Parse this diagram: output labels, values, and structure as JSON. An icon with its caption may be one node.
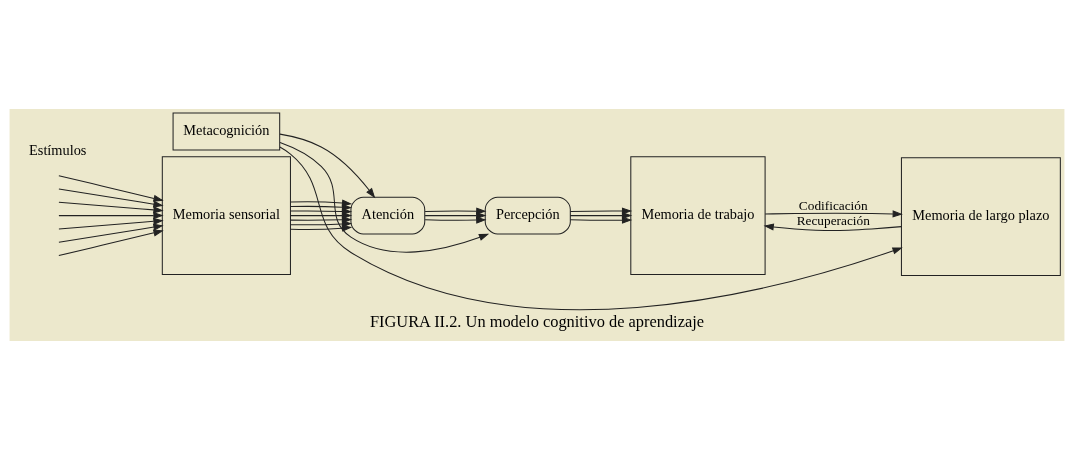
{
  "diagram": {
    "caption": "FIGURA II.2. Un modelo cognitivo de aprendizaje",
    "nodes": [
      {
        "text": [
          "Metacognición"
        ]
      },
      {
        "text": [
          "Memoria sensorial"
        ]
      },
      {
        "text": [
          "Atención"
        ]
      },
      {
        "text": [
          "Percepción"
        ]
      },
      {
        "text": [
          "Memoria de trabajo"
        ]
      },
      {
        "text": [
          "Memoria de largo plazo"
        ]
      }
    ],
    "edges": [
      {
        "from": 0,
        "to": 2,
        "arrow": "to"
      },
      {
        "from": 0,
        "to": 3,
        "arrow": "to"
      },
      {
        "from": 0,
        "to": 5,
        "arrow": "to"
      },
      {
        "from": null,
        "to": 1,
        "arrow": "to"
      },
      {
        "from": null,
        "to": 1,
        "arrow": "to"
      },
      {
        "from": null,
        "to": 1,
        "arrow": "to"
      },
      {
        "from": null,
        "to": 1,
        "arrow": "to"
      },
      {
        "from": null,
        "to": 1,
        "arrow": "to"
      },
      {
        "from": null,
        "to": 1,
        "arrow": "to"
      },
      {
        "from": null,
        "to": 1,
        "arrow": "to"
      },
      {
        "from": 1,
        "to": 2,
        "arrow": "to"
      },
      {
        "from": 1,
        "to": 2,
        "arrow": "to"
      },
      {
        "from": 1,
        "to": 2,
        "arrow": "to"
      },
      {
        "from": 1,
        "to": 2,
        "arrow": "to"
      },
      {
        "from": 1,
        "to": 2,
        "arrow": "to"
      },
      {
        "from": 1,
        "to": 2,
        "arrow": "to"
      },
      {
        "from": 1,
        "to": 2,
        "arrow": "to"
      },
      {
        "from": 2,
        "to": 3,
        "arrow": "to"
      },
      {
        "from": 2,
        "to": 3,
        "arrow": "to"
      },
      {
        "from": 2,
        "to": 3,
        "arrow": "to"
      },
      {
        "from": 3,
        "to": 4,
        "arrow": "to"
      },
      {
        "from": 3,
        "to": 4,
        "arrow": "to"
      },
      {
        "from": 3,
        "to": 4,
        "arrow": "to"
      },
      {
        "from": 4,
        "to": 5,
        "arrow": "to",
        "label": "Codificación"
      },
      {
        "from": 5,
        "to": 4,
        "arrow": "to",
        "label": "Recuperación"
      }
    ],
    "labels": [
      "Estímulos"
    ]
  }
}
